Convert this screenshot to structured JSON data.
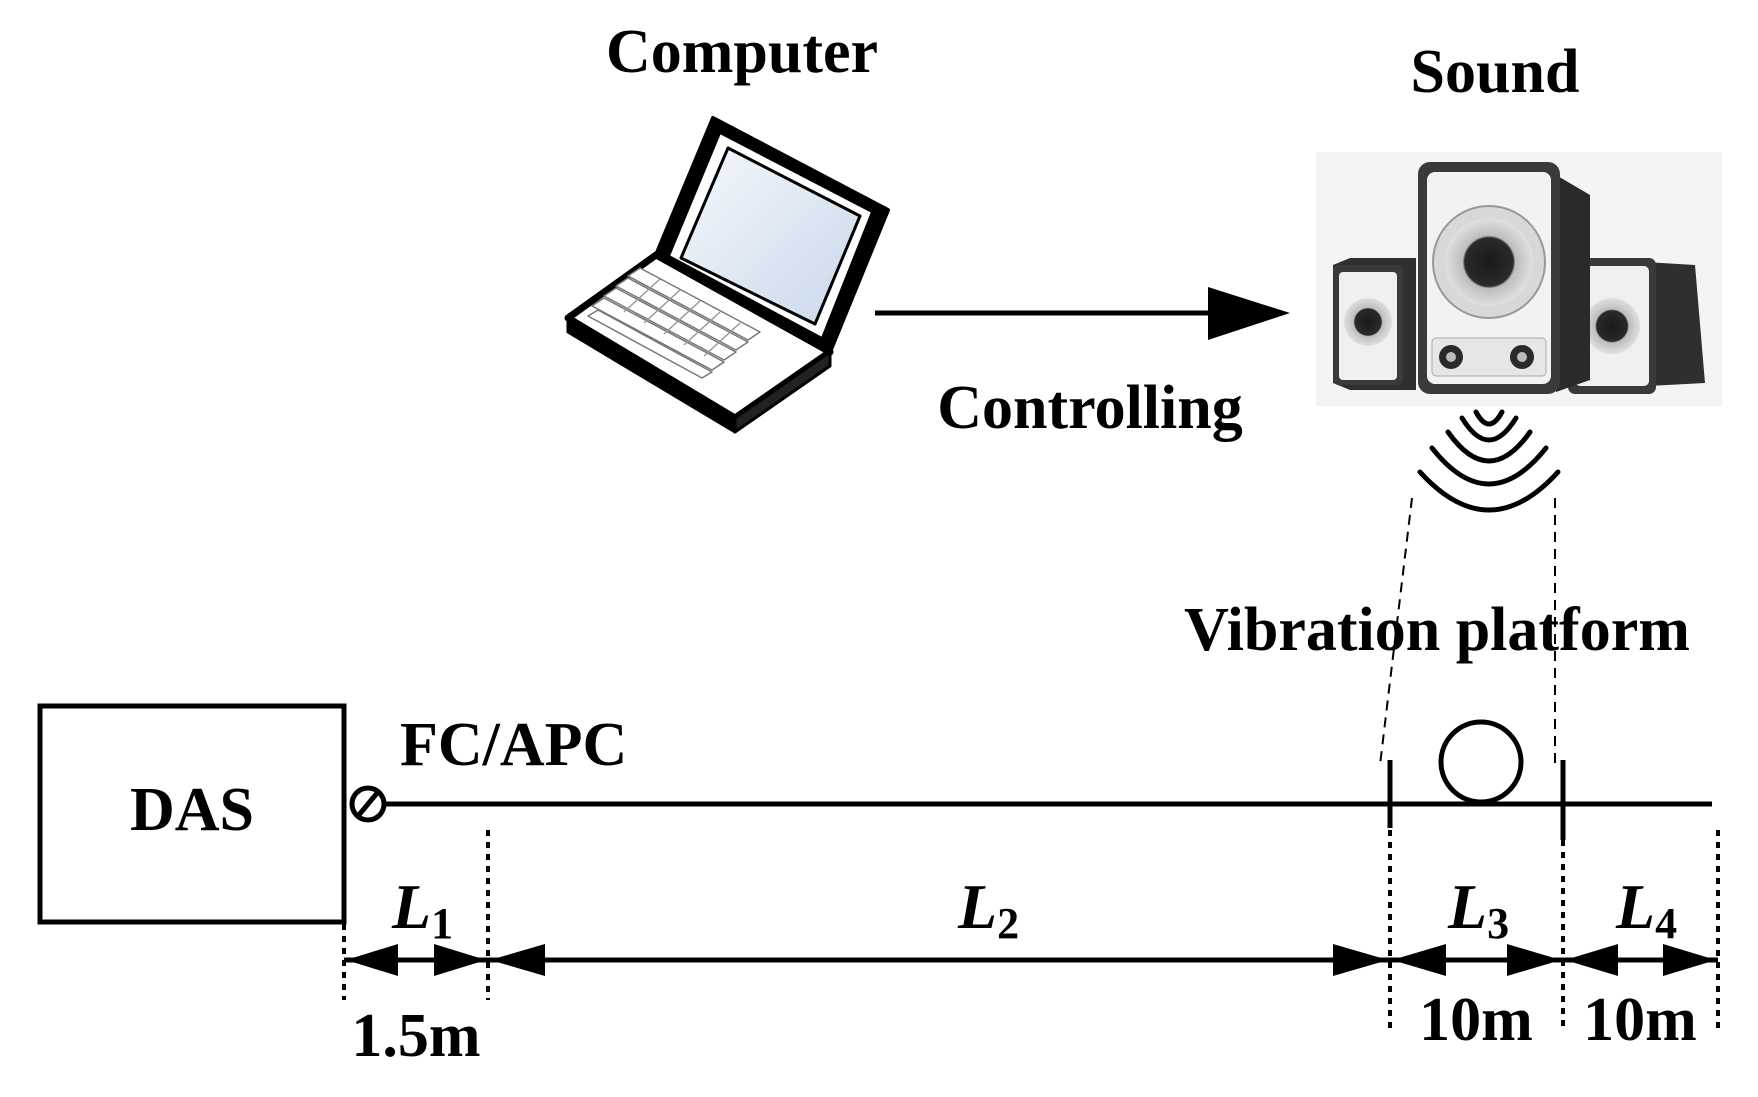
{
  "labels": {
    "computer": "Computer",
    "sound": "Sound",
    "controlling": "Controlling",
    "vibration_platform": "Vibration platform",
    "connector": "FC/APC",
    "das": "DAS"
  },
  "segments": [
    {
      "symbol": "L",
      "sub": "1",
      "length": "1.5m"
    },
    {
      "symbol": "L",
      "sub": "2",
      "length": ""
    },
    {
      "symbol": "L",
      "sub": "3",
      "length": "10m"
    },
    {
      "symbol": "L",
      "sub": "4",
      "length": "10m"
    }
  ],
  "icons": [
    "laptop-icon",
    "speaker-system-icon",
    "sound-wave-icon",
    "connector-icon"
  ],
  "colors": {
    "line": "#000000",
    "speaker_body": "#3a3a3a",
    "speaker_face": "#f2f2f2",
    "screen": "#dfe8f2"
  }
}
